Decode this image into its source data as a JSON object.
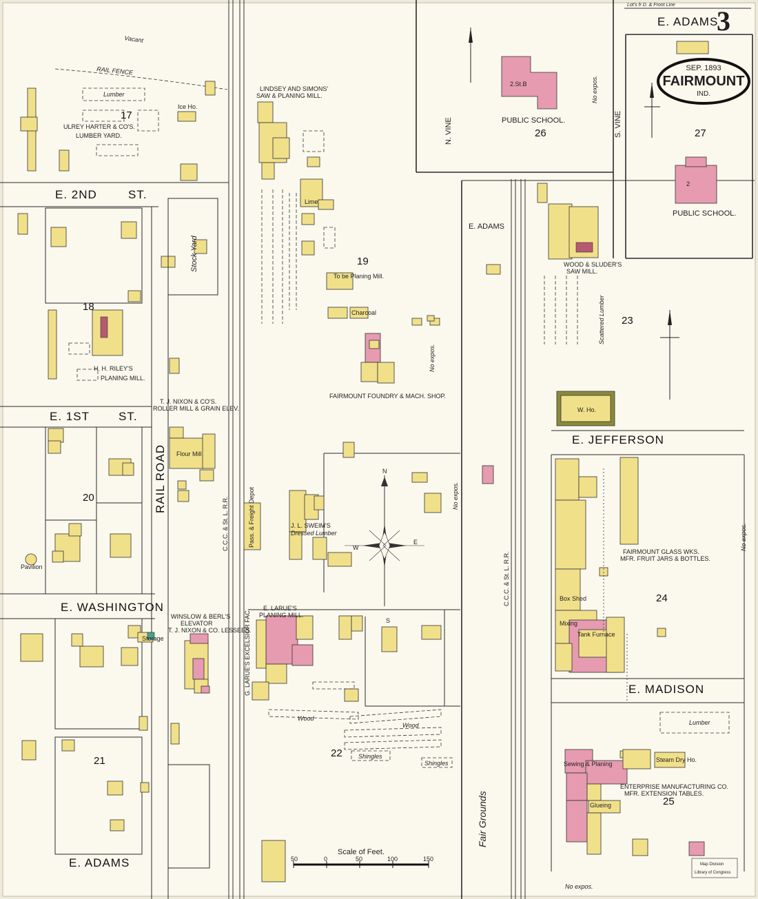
{
  "sheet": {
    "sheet_number": "3",
    "title": "FAIRMOUNT",
    "subtitle": "IND.",
    "date": "SEP. 1893",
    "top_note": "Lot's fr D. & Front Line",
    "stamp_line1": "Map Division",
    "stamp_line2": "Library of Congress"
  },
  "streets": {
    "e_2nd": "E. 2ND",
    "st_2": "ST.",
    "e_1st": "E. 1ST",
    "st_1": "ST.",
    "rail_road": "RAIL ROAD",
    "e_washington": "E. WASHINGTON",
    "e_adams_bottom": "E. ADAMS",
    "e_adams_top": "E. ADAMS",
    "e_adams_mid": "E. ADAMS",
    "e_jefferson": "E. JEFFERSON",
    "e_madison": "E. MADISON",
    "n_vine": "N. VINE",
    "s_vine": "S. VINE",
    "fair_grounds": "Fair Grounds",
    "rail_fence": "RAIL FENCE",
    "vacant": "Vacant",
    "railroad_1": "C.C.C. & St. L. R.R.",
    "railroad_2": "C.C.C. & St. L. R.R."
  },
  "blocks": [
    "17",
    "18",
    "19",
    "20",
    "21",
    "22",
    "23",
    "24",
    "25",
    "26",
    "27"
  ],
  "labels": {
    "lumber_yard_1": "ULREY HARTER & CO'S.",
    "lumber_yard_2": "LUMBER YARD.",
    "saw_mill_1": "LINDSEY AND SIMONS'",
    "saw_mill_2": "SAW & PLANING MILL.",
    "riley_1": "H. H. RILEY'S",
    "riley_2": "PLANING MILL.",
    "nixon_1": "T. J. NIXON & CO'S.",
    "nixon_2": "ROLLER MILL & GRAIN ELEV.",
    "foundry": "FAIRMOUNT FOUNDRY & MACH. SHOP.",
    "sweim_1": "J. L. SWEIM'S",
    "sweim_2": "Dressed Lumber",
    "winslow_1": "WINSLOW & BERL'S",
    "winslow_2": "ELEVATOR",
    "winslow_3": "T. J. NIXON & CO. LESSEES.",
    "larue_1": "E. LARUE'S",
    "larue_2": "PLANING MILL.",
    "larue_excelsior": "G. LARUE'S EXCELSIOR FAC.",
    "wood_sluder_1": "WOOD & SLUDER'S",
    "wood_sluder_2": "SAW MILL.",
    "glass_1": "FAIRMOUNT GLASS WKS.",
    "glass_2": "MFR. FRUIT JARS & BOTTLES.",
    "enterprise_1": "ENTERPRISE MANUFACTURING CO.",
    "enterprise_2": "MFR. EXTENSION TABLES.",
    "public_school": "PUBLIC SCHOOL.",
    "stock_yard": "Stock Yard",
    "pass_depot": "Pass. & Freight Depot",
    "scattered_lumber": "Scattered Lumber",
    "lumber": "Lumber",
    "shingles": "Shingles",
    "wood": "Wood",
    "no_expos": "No expos.",
    "w_ho": "W. Ho.",
    "flour_mill": "Flour Mill",
    "mixing": "Mixing",
    "box_shed": "Box Shed",
    "glueing": "Glueing",
    "steam_dry": "Steam Dry Ho.",
    "sewing": "Sewing & Planing",
    "ice_ho": "Ice Ho.",
    "lime": "Lime",
    "storage": "Storage",
    "charcoal": "Charcoal",
    "pavilion": "Pavilion",
    "to_be_planing": "To be Planing Mill.",
    "tank_furnace": "Tank Furnace",
    "n_arrow": "N",
    "e_arrow": "E",
    "w_arrow": "W",
    "s_arrow": "S"
  },
  "scale": {
    "title": "Scale of Feet.",
    "ticks": [
      "50",
      "0",
      "50",
      "100",
      "150"
    ]
  },
  "colors": {
    "paper": "#efebdc",
    "frame": "#efebdc",
    "wood_frame": "#f1e08a",
    "brick": "#e69bb0",
    "ink": "#1f1f1f"
  }
}
